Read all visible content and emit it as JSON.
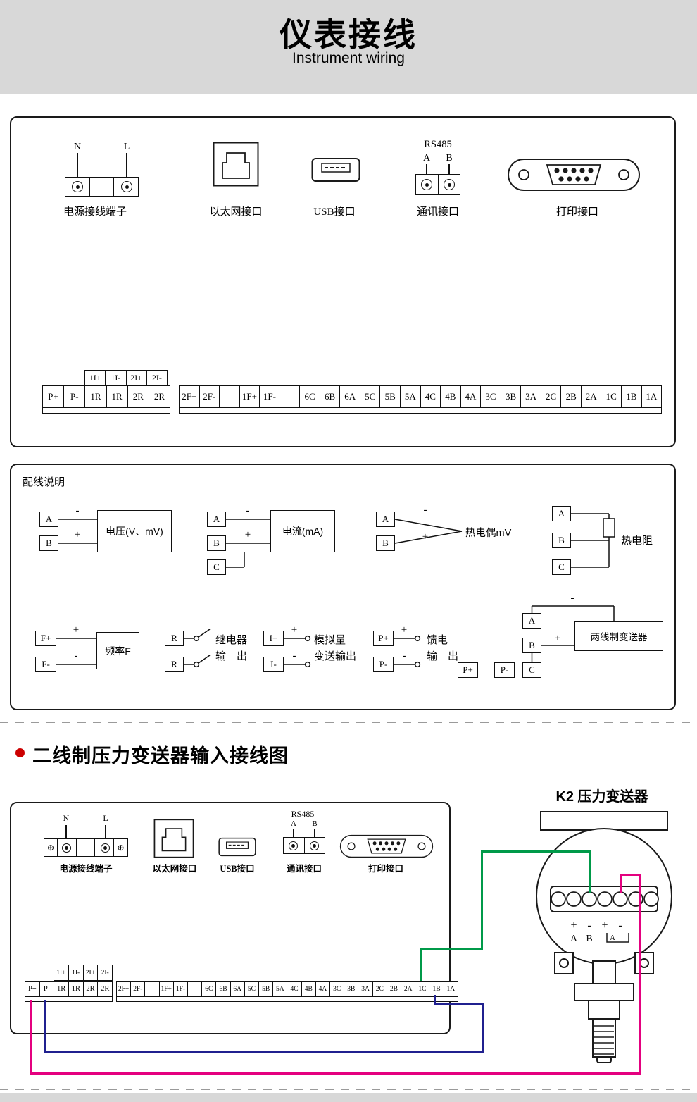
{
  "header": {
    "title": "仪表接线",
    "subtitle": "Instrument wiring"
  },
  "connectors": {
    "power": {
      "caption": "电源接线端子",
      "n": "N",
      "l": "L",
      "earth": "⊕"
    },
    "ethernet": {
      "caption": "以太网接口"
    },
    "usb": {
      "caption": "USB接口"
    },
    "comm": {
      "caption": "通讯接口",
      "protocol": "RS485",
      "a": "A",
      "b": "B"
    },
    "printer": {
      "caption": "打印接口"
    }
  },
  "terminal_strip": {
    "small": [
      "1I+",
      "1I-",
      "2I+",
      "2I-"
    ],
    "left": [
      "P+",
      "P-",
      "1R",
      "1R",
      "2R",
      "2R"
    ],
    "right": [
      "2F+",
      "2F-",
      "",
      "1F+",
      "1F-",
      "",
      "6C",
      "6B",
      "6A",
      "5C",
      "5B",
      "5A",
      "4C",
      "4B",
      "4A",
      "3C",
      "3B",
      "3A",
      "2C",
      "2B",
      "2A",
      "1C",
      "1B",
      "1A"
    ]
  },
  "wiring": {
    "title": "配线说明",
    "signs": {
      "plus": "+",
      "minus": "-"
    },
    "terms": {
      "a": "A",
      "b": "B",
      "c": "C",
      "fplus": "F+",
      "fminus": "F-",
      "r": "R",
      "iplus": "I+",
      "iminus": "I-",
      "pplus": "P+",
      "pminus": "P-"
    },
    "labels": {
      "voltage": "电压(V、mV)",
      "current": "电流(mA)",
      "thermocouple": "热电偶mV",
      "rtd": "热电阻",
      "frequency": "频率F",
      "relay_line1": "继电器",
      "relay_line2": "输　出",
      "analog_line1": "模拟量",
      "analog_line2": "变送输出",
      "feed_line1": "馈电",
      "feed_line2": "输　出",
      "two_wire": "两线制变送器"
    }
  },
  "section2": {
    "heading": "二线制压力变送器输入接线图"
  },
  "transmitter": {
    "title": "K2 压力变送器",
    "sign_plus": "+",
    "sign_minus": "-",
    "label_a": "A",
    "label_b": "B",
    "label_a2": "A"
  },
  "wire_colors": {
    "green": "#009a49",
    "pink": "#e4007f",
    "blue": "#20208f"
  }
}
